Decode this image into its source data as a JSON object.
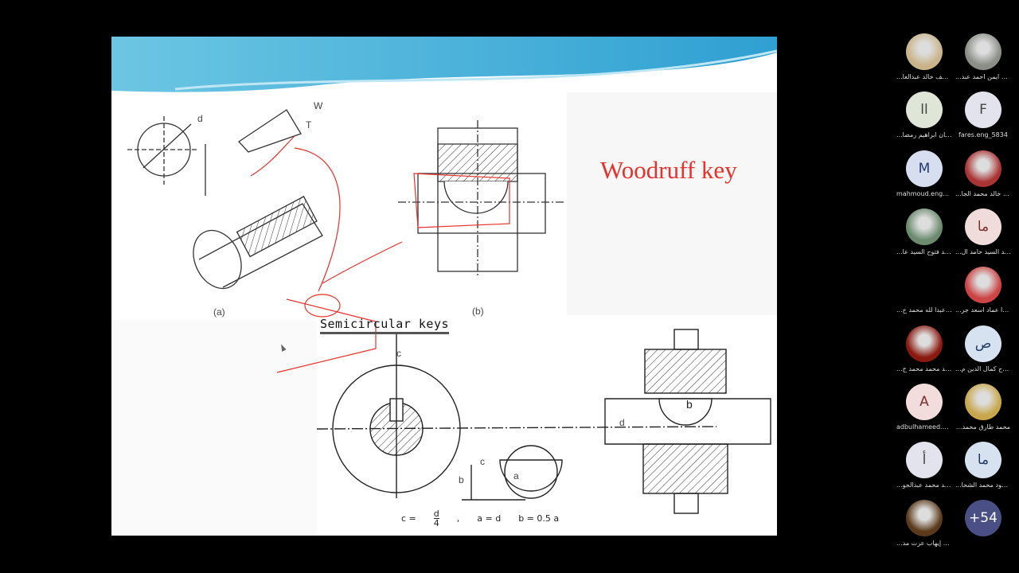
{
  "slide": {
    "title": "Woodruff key",
    "fig_a_label": "(a)",
    "fig_b_label": "(b)",
    "dim_d": "d",
    "dim_w": "W",
    "dim_t": "T",
    "section_title": "Semicircular keys",
    "dim_c": "c",
    "dim_b": "b",
    "dim_a": "a",
    "formula": {
      "c_eq": "c =",
      "num": "d",
      "den": "4",
      "sep": ",",
      "a_eq": "a = d",
      "b_eq": "b = 0.5 a"
    },
    "annotation_color": "#e8312a"
  },
  "participants": [
    {
      "name": "...يوسف خالد عبدالعا",
      "initial": "",
      "photo": true,
      "bg": "#c9b48a"
    },
    {
      "name": "...كريم ايمن احمد عبد",
      "initial": "",
      "photo": true,
      "bg": "#8a8e86"
    },
    {
      "name": "...ايمان ابراهيم رمضا",
      "initial": "اا",
      "photo": false,
      "bg": "#dfe6d8",
      "fg": "#444"
    },
    {
      "name": "fares.eng_5834",
      "initial": "F",
      "photo": false,
      "bg": "#e3e3ee",
      "fg": "#444"
    },
    {
      "name": "mahmoud.eng_5...",
      "initial": "M",
      "photo": false,
      "bg": "#d6deef",
      "fg": "#233a6a"
    },
    {
      "name": "...زياد خالد محمد الجا",
      "initial": "",
      "photo": true,
      "bg": "#a33"
    },
    {
      "name": "...احمد فتوح السيد عا",
      "initial": "",
      "photo": true,
      "bg": "#6b8a6e"
    },
    {
      "name": "...محمد السيد حامد ال",
      "initial": "ما",
      "photo": false,
      "bg": "#f1dcdc",
      "fg": "#7a2f2f"
    },
    {
      "name": "...رغد عبدا لله محمد خ",
      "initial": "",
      "photo": false,
      "bg": "#000"
    },
    {
      "name": "...تاليدا عماد اسعد جر",
      "initial": "",
      "photo": true,
      "bg": "#c44"
    },
    {
      "name": "...احمد محمد محمد ج",
      "initial": "",
      "photo": true,
      "bg": "#8a1a10"
    },
    {
      "name": "...صلاح كمال الدين م",
      "initial": "ص",
      "photo": false,
      "bg": "#d6e2ef",
      "fg": "#233a6a"
    },
    {
      "name": "adbulhameed.en...",
      "initial": "A",
      "photo": false,
      "bg": "#f3dcdc",
      "fg": "#7a2f2f"
    },
    {
      "name": "...محمد طارق محمد",
      "initial": "",
      "photo": true,
      "bg": "#c8a74a"
    },
    {
      "name": "...أحمد محمد عبدالجو",
      "initial": "أ",
      "photo": false,
      "bg": "#e3e3ee",
      "fg": "#444"
    },
    {
      "name": "...محمود محمد الشحا",
      "initial": "ما",
      "photo": false,
      "bg": "#d6e2ef",
      "fg": "#233a6a"
    },
    {
      "name": "...عزت إيهاب عزت مد",
      "initial": "",
      "photo": true,
      "bg": "#5a3a1a"
    },
    {
      "name": "",
      "initial": "+54",
      "photo": false,
      "bg": "#4a5085",
      "fg": "#fff"
    }
  ]
}
